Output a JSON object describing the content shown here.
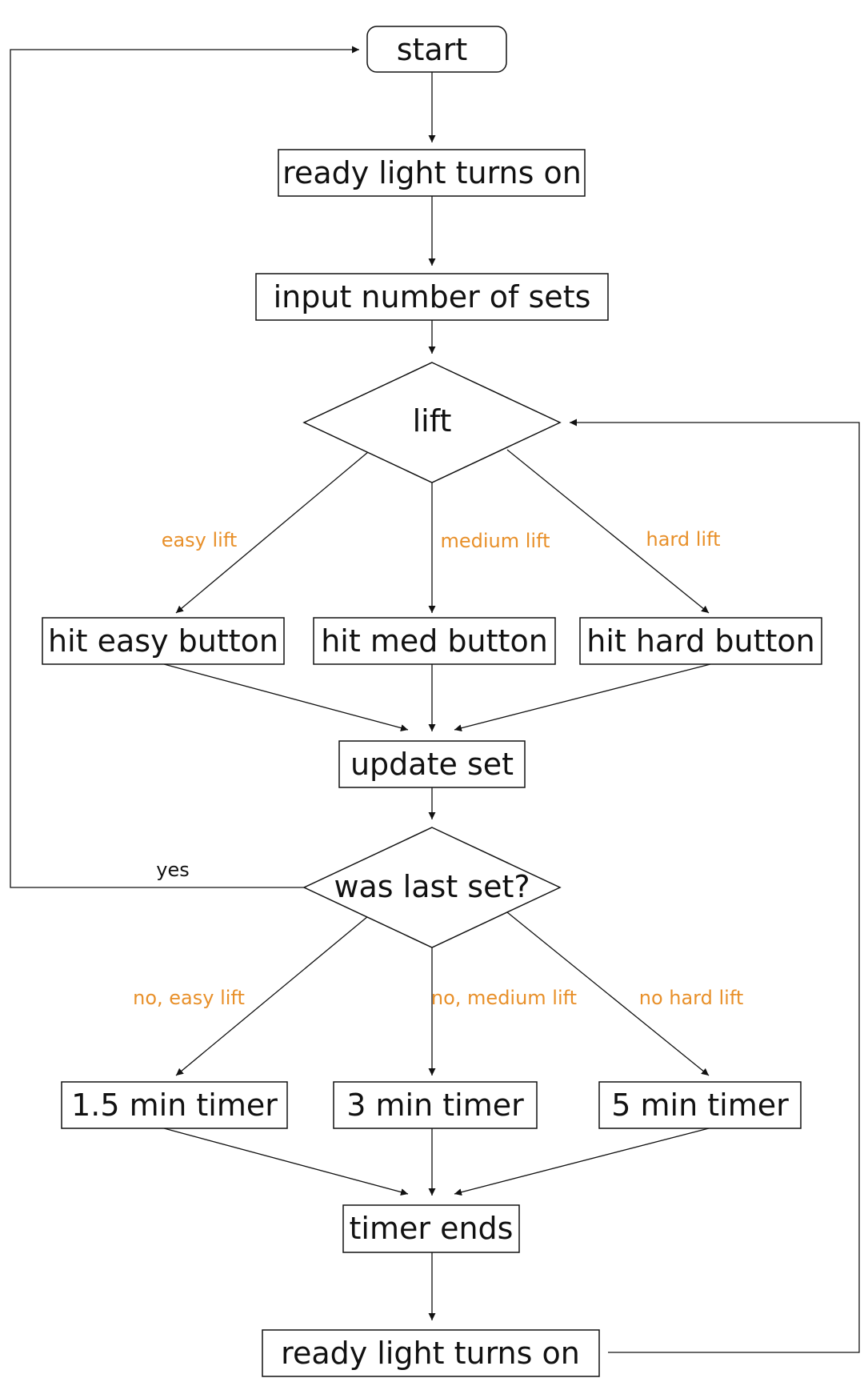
{
  "colors": {
    "line": "#111111",
    "text": "#111111",
    "branch_label": "#E8902A",
    "yes_label": "#111111"
  },
  "nodes": {
    "start": "start",
    "ready_light_1": "ready light turns on",
    "input_sets": "input number of sets",
    "lift": "lift",
    "hit_easy": "hit easy button",
    "hit_med": "hit med button",
    "hit_hard": "hit hard button",
    "update_set": "update set",
    "last_set": "was last set?",
    "timer_easy": "1.5 min timer",
    "timer_med": "3 min timer",
    "timer_hard": "5 min timer",
    "timer_ends": "timer ends",
    "ready_light_2": "ready light turns on"
  },
  "edge_labels": {
    "easy_lift": "easy lift",
    "medium_lift": "medium lift",
    "hard_lift": "hard lift",
    "yes": "yes",
    "no_easy": "no, easy lift",
    "no_medium": "no, medium lift",
    "no_hard": "no hard lift"
  }
}
